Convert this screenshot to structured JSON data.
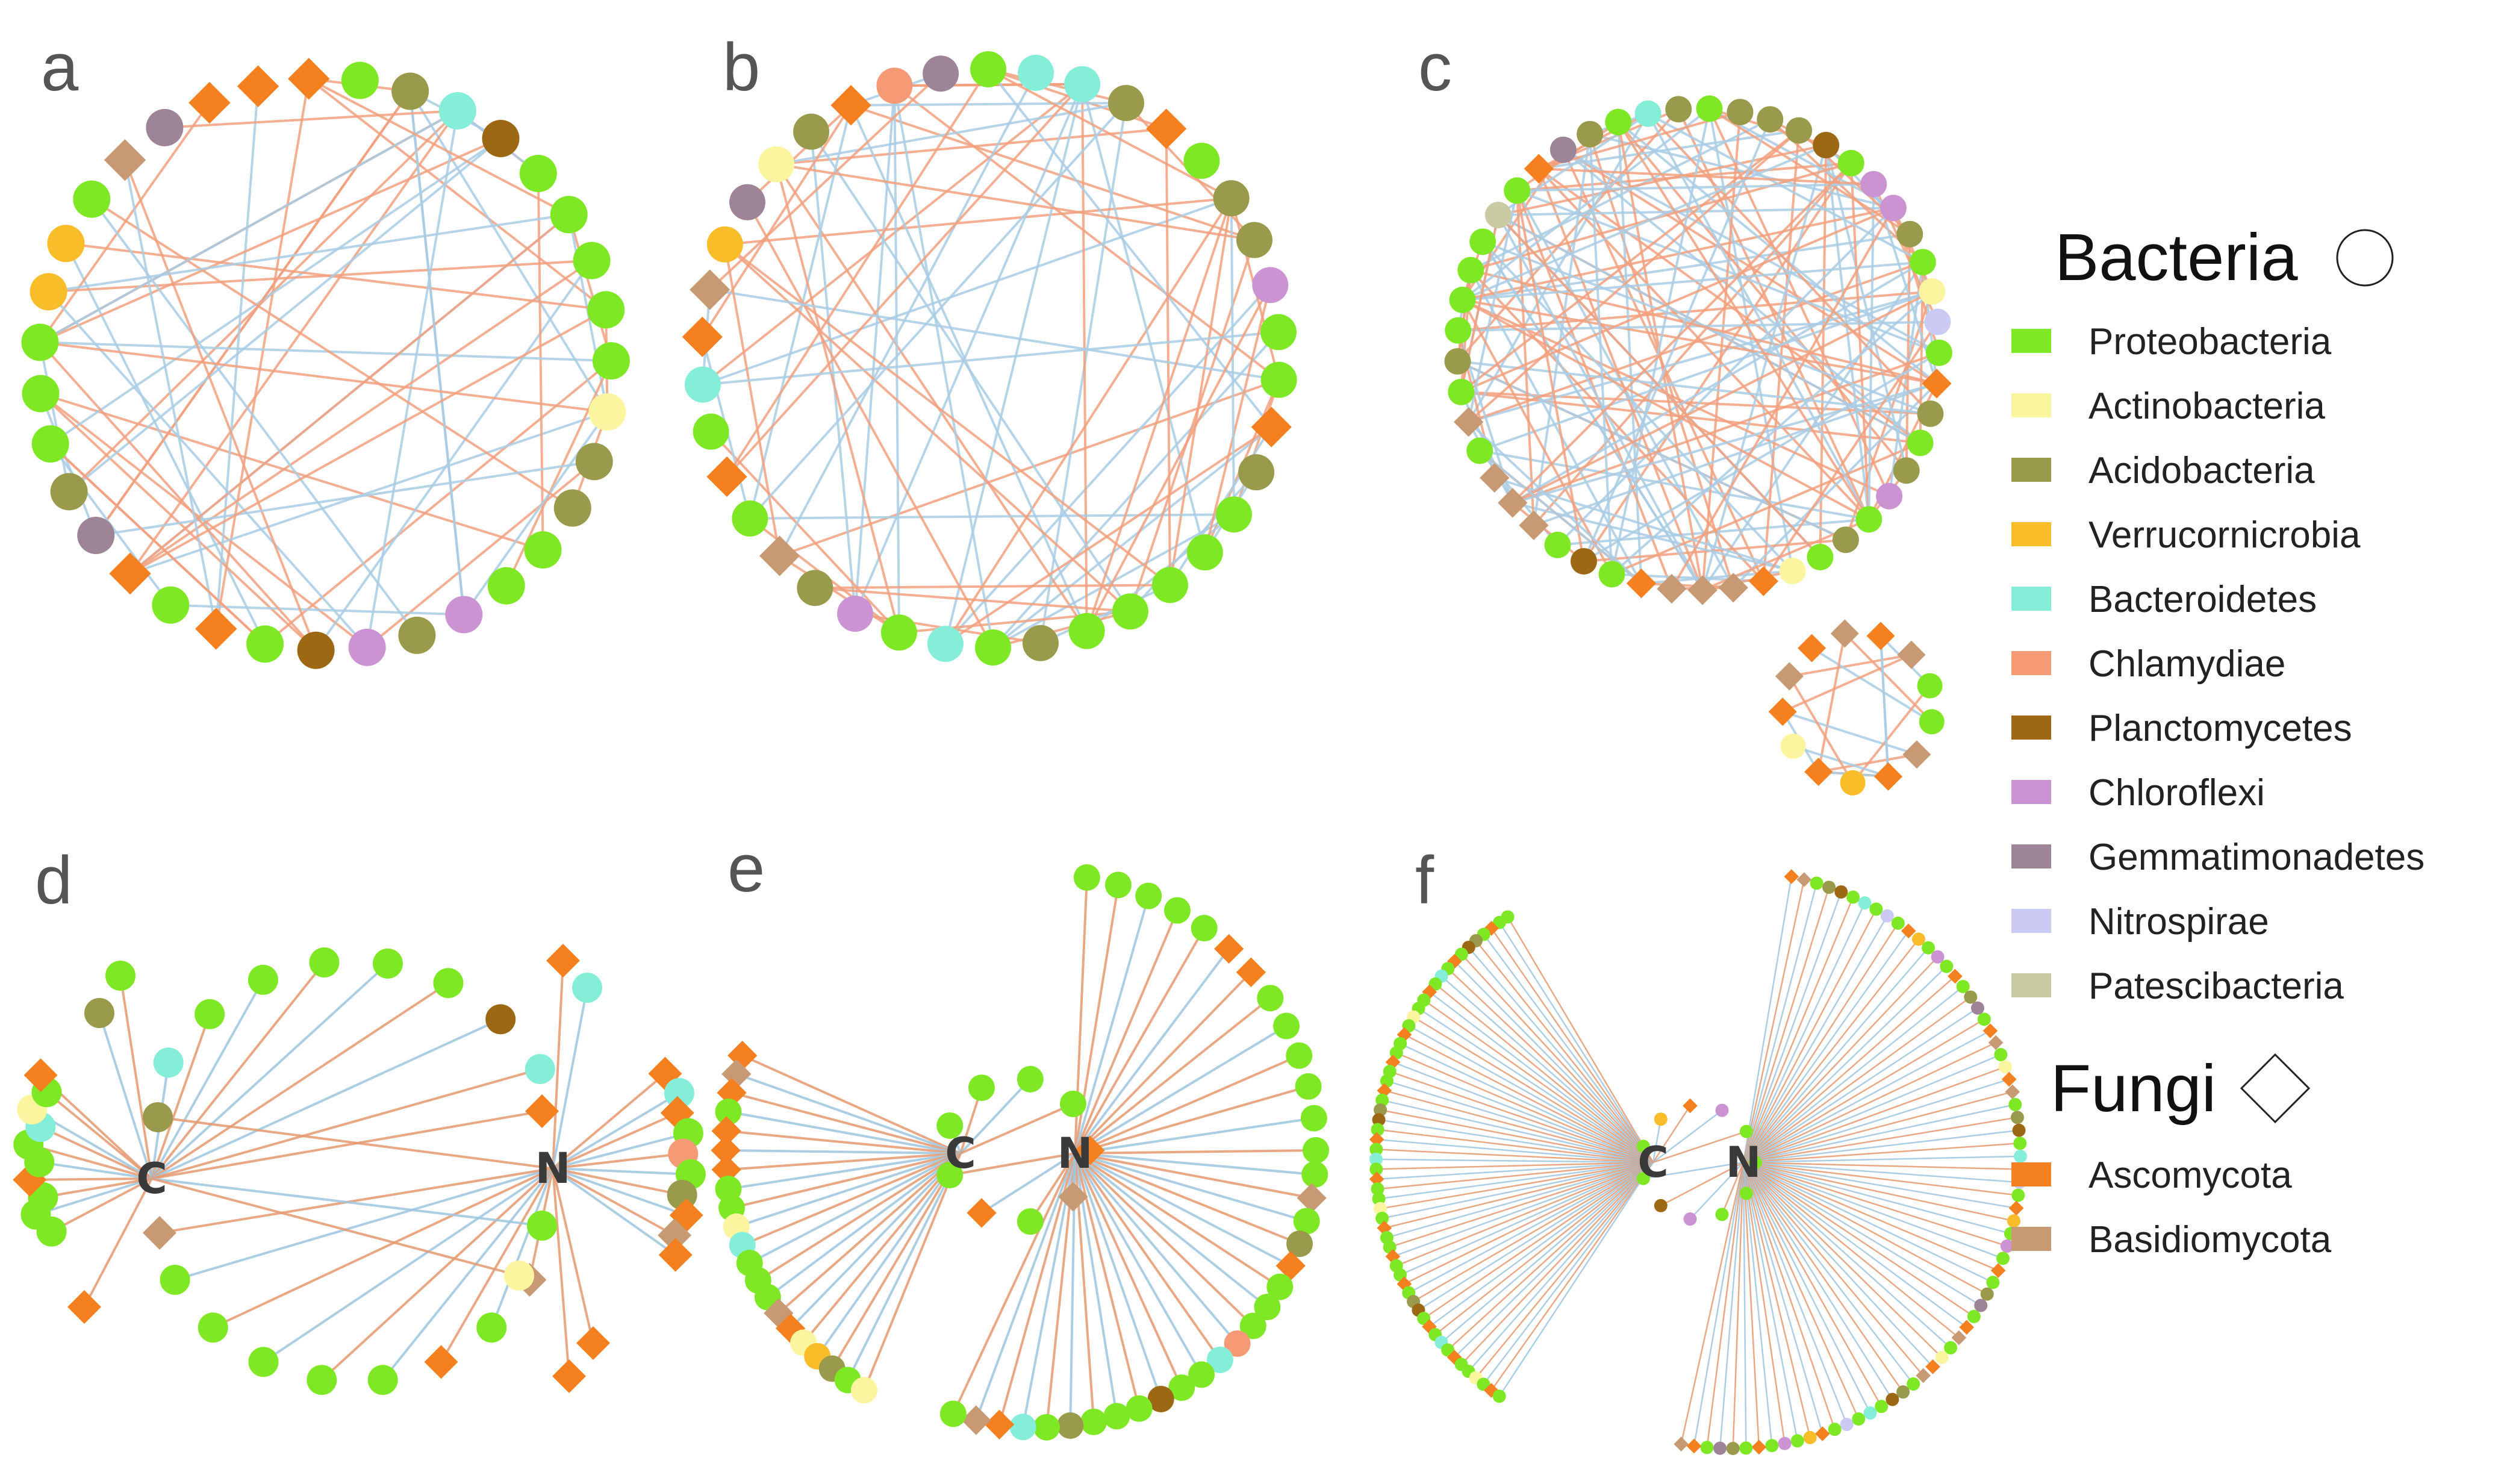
{
  "colors": {
    "Proteobacteria": "#7FE824",
    "Actinobacteria": "#FBF5A0",
    "Acidobacteria": "#9A9A4C",
    "Verrucornicrobia": "#F9BD2A",
    "Bacteroidetes": "#84EED8",
    "Chlamydiae": "#F59A74",
    "Planctomycetes": "#9C6814",
    "Chloroflexi": "#CB93D2",
    "Gemmatimonadetes": "#9D8497",
    "Nitrospirae": "#CACAF4",
    "Patescibacteria": "#CACAA2",
    "Ascomycota": "#F58020",
    "Basidiomycota": "#C89A74",
    "positive_edge": "#F2A07E",
    "negative_edge": "#A9CDE4",
    "hub_edge_C": "#E5996E",
    "hub_edge_N": "#9EC6DE"
  },
  "panels": [
    {
      "letter": "a"
    },
    {
      "letter": "b"
    },
    {
      "letter": "c"
    },
    {
      "letter": "d",
      "hub_left": "C",
      "hub_right": "N"
    },
    {
      "letter": "e",
      "hub_left": "C",
      "hub_right": "N"
    },
    {
      "letter": "f",
      "hub_left": "C",
      "hub_right": "N"
    }
  ],
  "legend": {
    "bacteria": {
      "heading": "Bacteria",
      "shape": "circle",
      "items": [
        "Proteobacteria",
        "Actinobacteria",
        "Acidobacteria",
        "Verrucornicrobia",
        "Bacteroidetes",
        "Chlamydiae",
        "Planctomycetes",
        "Chloroflexi",
        "Gemmatimonadetes",
        "Nitrospirae",
        "Patescibacteria"
      ]
    },
    "fungi": {
      "heading": "Fungi",
      "shape": "diamond",
      "items": [
        "Ascomycota",
        "Basidiomycota"
      ]
    }
  }
}
